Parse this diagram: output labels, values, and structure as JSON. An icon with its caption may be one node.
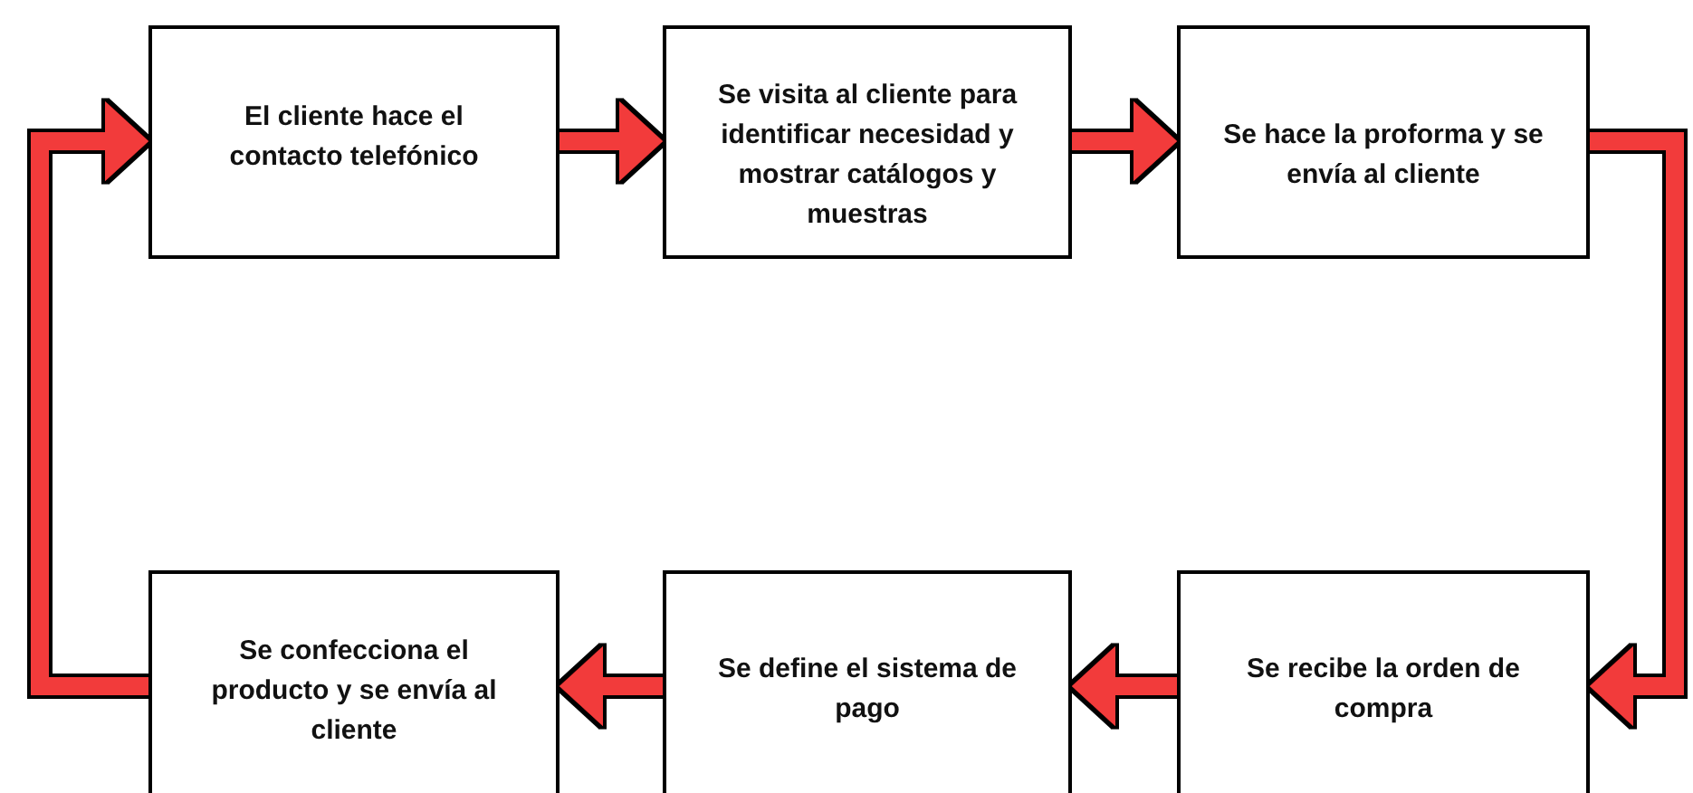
{
  "diagram": {
    "nodes": [
      {
        "text": [
          "El cliente hace el contacto telefónico"
        ]
      },
      {
        "text": [
          "Se visita al cliente para identificar necesidad y mostrar catálogos y muestras"
        ]
      },
      {
        "text": [
          "Se hace la proforma y se envía al cliente"
        ]
      },
      {
        "text": [
          "Se recibe la orden de compra"
        ]
      },
      {
        "text": [
          "Se define el sistema de pago"
        ]
      },
      {
        "text": [
          "Se confecciona el producto y se envía al cliente"
        ]
      }
    ],
    "edges": [
      {
        "from": 0,
        "to": 1,
        "arrow": "to"
      },
      {
        "from": 1,
        "to": 2,
        "arrow": "to"
      },
      {
        "from": 2,
        "to": 3,
        "arrow": "to"
      },
      {
        "from": 3,
        "to": 4,
        "arrow": "to"
      },
      {
        "from": 4,
        "to": 5,
        "arrow": "to"
      },
      {
        "from": 5,
        "to": 0,
        "arrow": "to"
      }
    ]
  }
}
